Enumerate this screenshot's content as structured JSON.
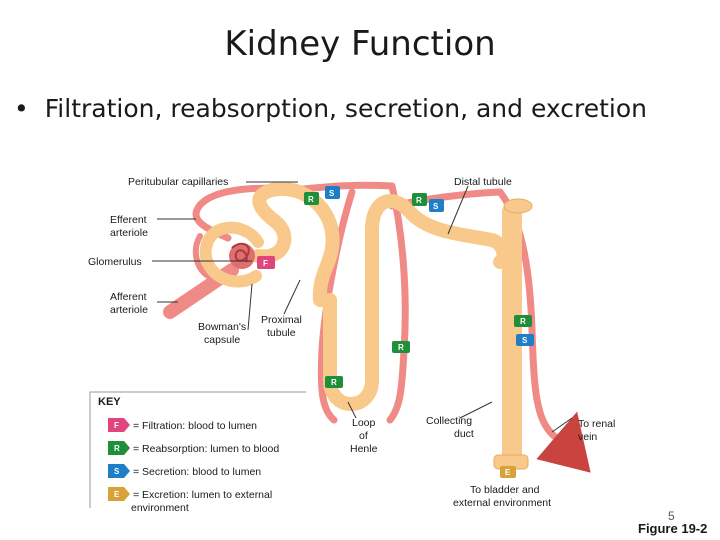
{
  "slide": {
    "title": "Kidney Function",
    "bullet": "Filtration, reabsorption, secretion, and excretion",
    "page_number": "5",
    "figure_label": "Figure 19-2"
  },
  "diagram": {
    "labels": {
      "peritubular": "Peritubular capillaries",
      "distal": "Distal tubule",
      "efferent_1": "Efferent",
      "efferent_2": "arteriole",
      "glomerulus": "Glomerulus",
      "afferent_1": "Afferent",
      "afferent_2": "arteriole",
      "bowmans_1": "Bowman's",
      "bowmans_2": "capsule",
      "proximal_1": "Proximal",
      "proximal_2": "tubule",
      "loop_1": "Loop",
      "loop_2": "of",
      "loop_3": "Henle",
      "collecting_1": "Collecting",
      "collecting_2": "duct",
      "renal_1": "To renal",
      "renal_2": "vein",
      "bladder_1": "To bladder and",
      "bladder_2": "external environment"
    },
    "badges": {
      "F": "F",
      "R": "R",
      "S": "S",
      "E": "E"
    },
    "colors": {
      "filtration": "#e0457b",
      "reabsorption": "#1f8f3a",
      "secretion": "#1e7fc6",
      "excretion": "#d9a13a",
      "vessel": "#f08a86",
      "tubule": "#f8c98a"
    }
  },
  "key": {
    "title": "KEY",
    "filtration": "= Filtration: blood to lumen",
    "reabsorption": "= Reabsorption: lumen to blood",
    "secretion": "= Secretion: blood to lumen",
    "excretion_1": "= Excretion: lumen to external",
    "excretion_2": "environment"
  }
}
